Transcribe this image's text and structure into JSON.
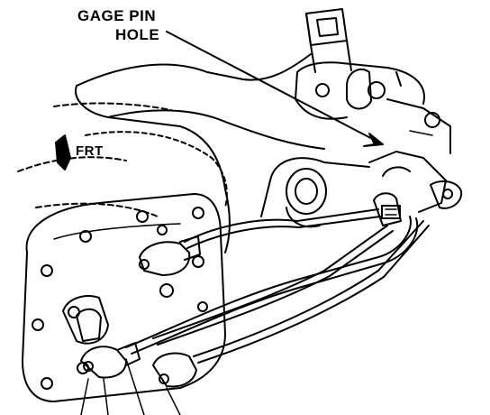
{
  "callout": {
    "line1": "GAGE PIN",
    "line2": "HOLE"
  },
  "direction": {
    "label": "FRT",
    "icon": "direction-arrow-icon"
  }
}
